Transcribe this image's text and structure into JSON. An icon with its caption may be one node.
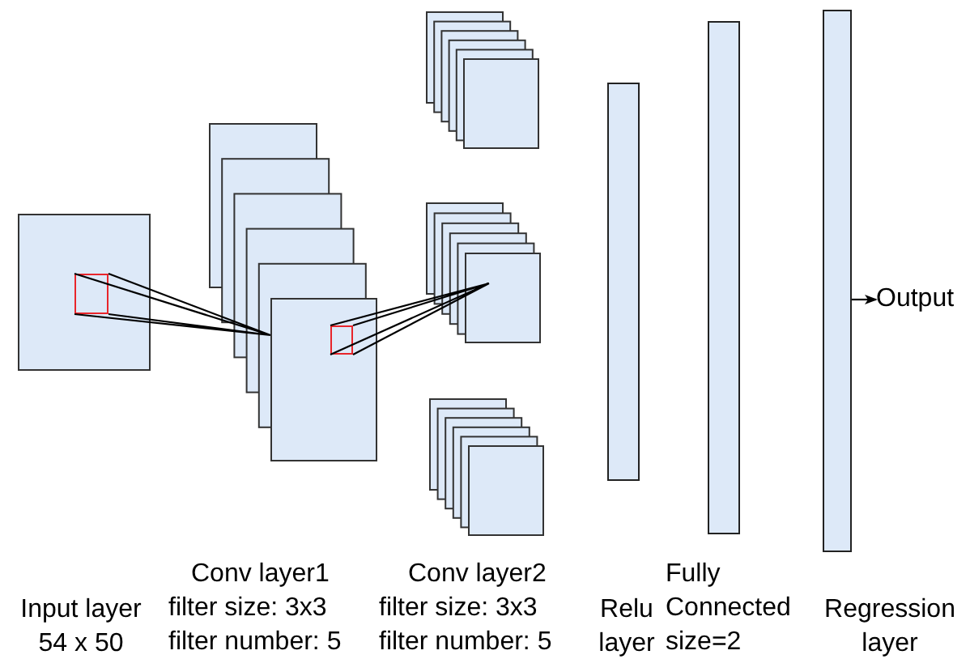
{
  "diagram": {
    "nodes": [
      {
        "text": [],
        "shape": "box",
        "beside": [
          "Input layer",
          "54 x 50"
        ]
      },
      {
        "text": [],
        "shape": "box",
        "in": 0
      },
      {
        "text": [],
        "shape": "box",
        "beside": [
          "Conv layer1",
          "filter size: 3x3",
          "filter number: 5"
        ]
      },
      {
        "text": [],
        "shape": "box",
        "in": 2
      },
      {
        "text": [],
        "shape": "box"
      },
      {
        "text": [],
        "shape": "box",
        "beside": [
          "Conv layer2",
          "filter size: 3x3",
          "filter number: 5"
        ]
      },
      {
        "text": [],
        "shape": "box"
      },
      {
        "text": [],
        "shape": "bar",
        "beside": [
          "Relu",
          "layer"
        ]
      },
      {
        "text": [],
        "shape": "bar",
        "beside": [
          "Fully",
          "Connected",
          "size=2"
        ]
      },
      {
        "text": [],
        "shape": "bar",
        "beside": [
          "Regression",
          "layer"
        ]
      },
      {
        "text": [
          "Output"
        ]
      }
    ],
    "edges": [
      {
        "from": 1,
        "to": 2,
        "arrow": "none"
      },
      {
        "from": 3,
        "to": 5,
        "arrow": "none"
      },
      {
        "from": 9,
        "to": 10,
        "arrow": "to"
      }
    ]
  }
}
